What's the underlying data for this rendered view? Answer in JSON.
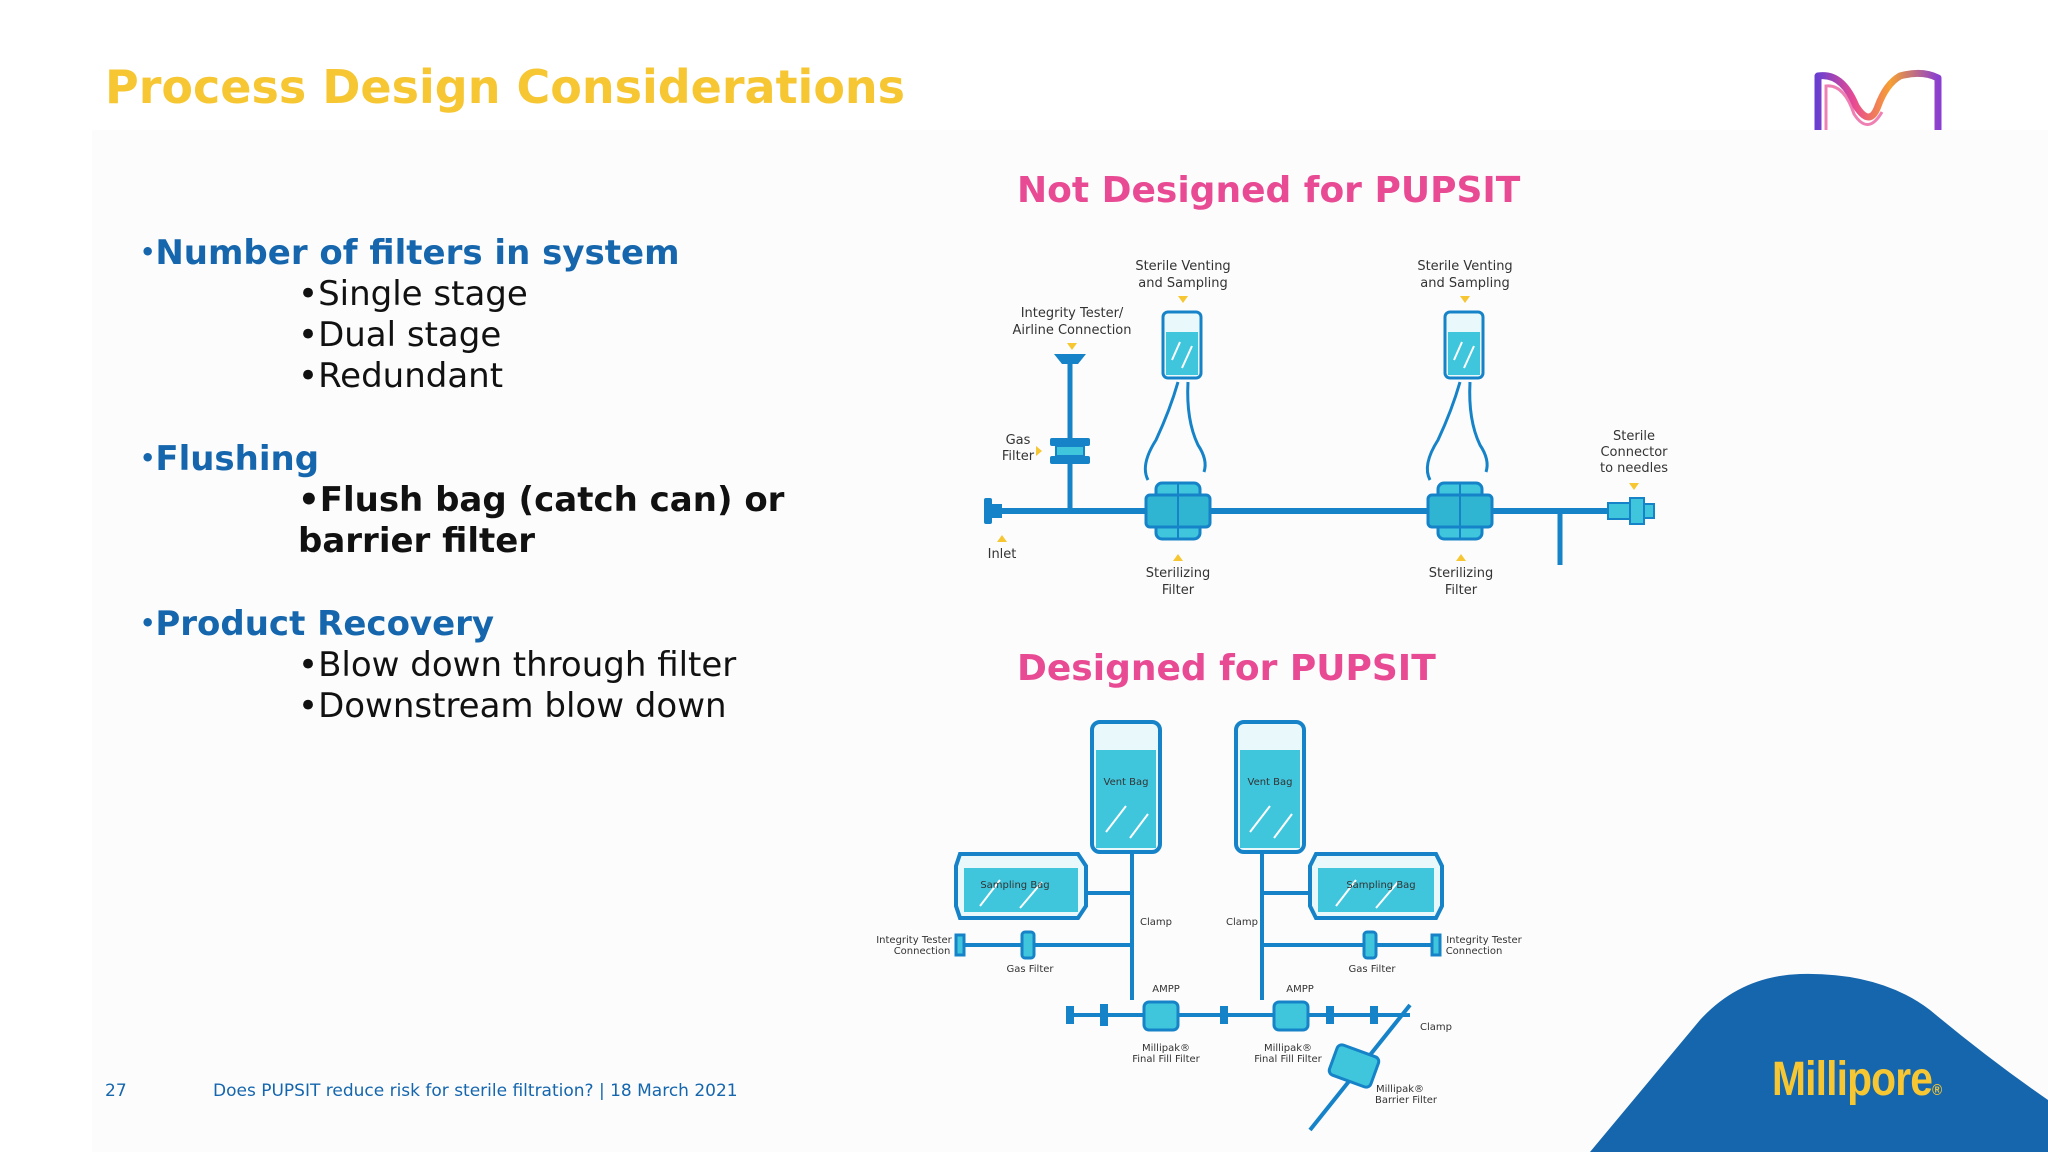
{
  "title": "Process Design Considerations",
  "bullets": [
    {
      "label": "Number of filters in system",
      "items": [
        "Single stage",
        "Dual stage",
        "Redundant"
      ]
    },
    {
      "label": "Flushing",
      "items": [
        "Flush bag (catch can) or barrier filter"
      ]
    },
    {
      "label": "Product Recovery",
      "items": [
        "Blow down through filter",
        "Downstream blow down"
      ]
    }
  ],
  "diagram_top": {
    "title": "Not Designed for PUPSIT",
    "labels": {
      "venting1": [
        "Sterile Venting",
        "and Sampling"
      ],
      "venting2": [
        "Sterile Venting",
        "and Sampling"
      ],
      "tester": [
        "Integrity Tester/",
        "Airline Connection"
      ],
      "gas_filter": [
        "Gas",
        "Filter"
      ],
      "connector": [
        "Sterile",
        "Connector",
        "to needles"
      ],
      "inlet": "Inlet",
      "filter1": [
        "Sterilizing",
        "Filter"
      ],
      "filter2": [
        "Sterilizing",
        "Filter"
      ]
    }
  },
  "diagram_bottom": {
    "title": "Designed for PUPSIT",
    "labels": {
      "vent_bag1": "Vent Bag",
      "vent_bag2": "Vent Bag",
      "sampling_bag1": "Sampling Bag",
      "sampling_bag2": "Sampling Bag",
      "clamp1": "Clamp",
      "clamp2": "Clamp",
      "clamp3": "Clamp",
      "tester1": [
        "Integrity Tester",
        "Connection"
      ],
      "tester2": [
        "Integrity Tester",
        "Connection"
      ],
      "gas_filter1": "Gas Filter",
      "gas_filter2": "Gas Filter",
      "ampp1": "AMPP",
      "ampp2": "AMPP",
      "final1": [
        "Millipak®",
        "Final Fill Filter"
      ],
      "final2": [
        "Millipak®",
        "Final Fill Filter"
      ],
      "barrier": [
        "Millipak®",
        "Barrier Filter"
      ]
    }
  },
  "footer": {
    "page": "27",
    "text": "Does PUPSIT reduce risk for sterile filtration? | 18 March 2021"
  },
  "brand": "Millipore",
  "brand_mark": "®",
  "colors": {
    "title": "#f6c633",
    "bullet_heading": "#1566ad",
    "section_title": "#e84a93",
    "pipe": "#1683c8",
    "fluid": "#3fc6dc",
    "corner": "#1566ad"
  }
}
